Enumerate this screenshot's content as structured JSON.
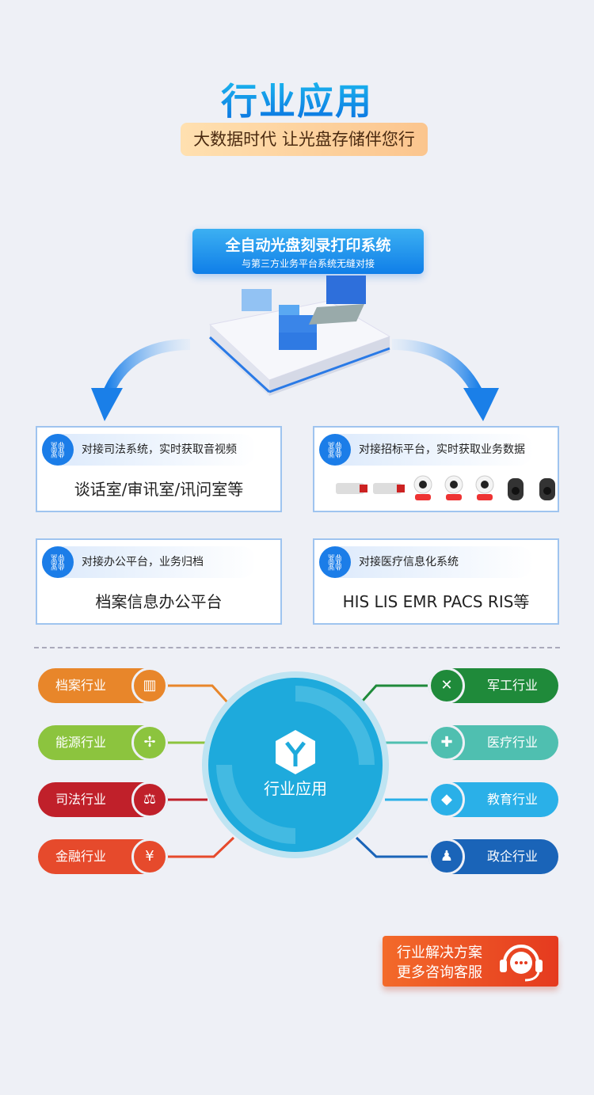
{
  "header": {
    "title": "行业应用",
    "subtitle": "大数据时代 让光盘存储伴您行"
  },
  "system": {
    "title": "全自动光盘刻录打印系统",
    "subtitle": "与第三方业务平台系统无缝对接"
  },
  "cards": [
    {
      "head": "对接司法系统，实时获取音视频",
      "body": "谈话室/审讯室/讯问室等"
    },
    {
      "head": "对接招标平台，实时获取业务数据",
      "body": ""
    },
    {
      "head": "对接办公平台，业务归档",
      "body": "档案信息办公平台"
    },
    {
      "head": "对接医疗信息化系统",
      "body": "HIS LIS EMR PACS RIS等"
    }
  ],
  "hub": {
    "label": "行业应用"
  },
  "left_industries": [
    {
      "label": "档案行业",
      "icon": "archive-icon",
      "color": "#e8862a"
    },
    {
      "label": "能源行业",
      "icon": "wind-turbine-icon",
      "color": "#8cc43e"
    },
    {
      "label": "司法行业",
      "icon": "gavel-icon",
      "color": "#c0202a"
    },
    {
      "label": "金融行业",
      "icon": "yuan-icon",
      "color": "#e64a2c"
    }
  ],
  "right_industries": [
    {
      "label": "军工行业",
      "icon": "military-icon",
      "color": "#1f8a3a"
    },
    {
      "label": "医疗行业",
      "icon": "medical-kit-icon",
      "color": "#4fbfb0"
    },
    {
      "label": "教育行业",
      "icon": "graduation-cap-icon",
      "color": "#2ab0e8"
    },
    {
      "label": "政企行业",
      "icon": "government-icon",
      "color": "#1a64b8"
    }
  ],
  "cta": {
    "line1": "行业解决方案",
    "line2": "更多咨询客服"
  }
}
